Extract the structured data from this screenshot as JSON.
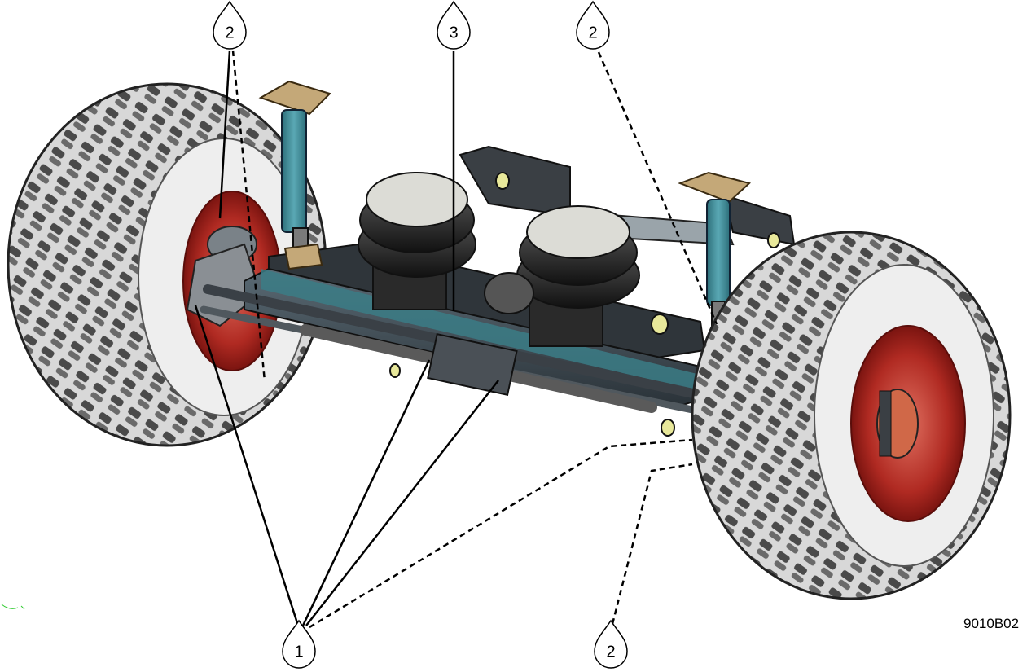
{
  "figure_code": "9010B02",
  "callouts": [
    {
      "id": "c-top-left",
      "label": "2"
    },
    {
      "id": "c-top-center",
      "label": "3"
    },
    {
      "id": "c-top-right",
      "label": "2"
    },
    {
      "id": "c-bottom-left",
      "label": "1"
    },
    {
      "id": "c-bottom-right",
      "label": "2"
    }
  ]
}
